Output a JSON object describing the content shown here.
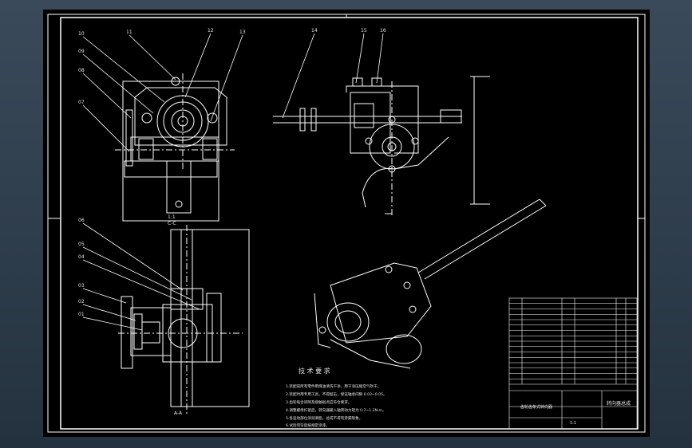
{
  "callouts": [
    {
      "label": "10"
    },
    {
      "label": "11"
    },
    {
      "label": "12"
    },
    {
      "label": "13"
    },
    {
      "label": "09"
    },
    {
      "label": "08"
    },
    {
      "label": "07"
    },
    {
      "label": "14"
    },
    {
      "label": "15"
    },
    {
      "label": "16"
    },
    {
      "label": "06"
    },
    {
      "label": "05"
    },
    {
      "label": "04"
    },
    {
      "label": "03"
    },
    {
      "label": "02"
    },
    {
      "label": "01"
    }
  ],
  "views": {
    "cc_label": "C-C",
    "aa_label": "A-A"
  },
  "notes": {
    "title": "技 术 要 求",
    "lines": [
      "1.装配前所有零件用煤油清洗干净，用干净压缩空气吹干。",
      "2.装配时用专用工具，不得敲击，保证轴承间隙 0.03~0.05。",
      "3.齿轮啮合间隙及接触斑点应符合要求。",
      "4.调整螺母拧紧后，转向器输入轴转动力矩为 0.7~1.2N·m。",
      "5.各运动部位涂润滑脂，总成不得有渗漏现象。",
      "6.试验完毕后按规定涂漆。"
    ]
  },
  "title_block": {
    "name": "齿轮齿条式转向器",
    "drawing": "转向器总成",
    "scale": "1:1"
  },
  "parts_table": {
    "rows": 16
  }
}
